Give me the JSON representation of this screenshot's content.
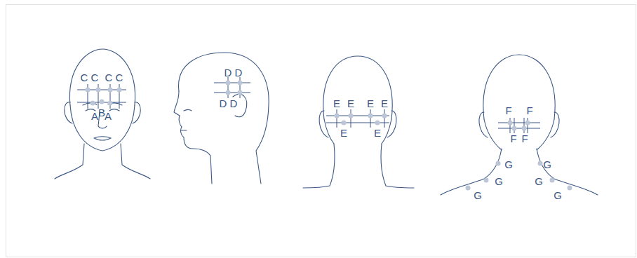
{
  "diagram": {
    "labels": [
      "C",
      "C",
      "C",
      "C",
      "A",
      "B",
      "A",
      "D",
      "D",
      "D",
      "D",
      "E",
      "E",
      "E",
      "E",
      "E",
      "E",
      "F",
      "F",
      "F",
      "F",
      "G",
      "G",
      "G",
      "G",
      "G",
      "G"
    ]
  }
}
